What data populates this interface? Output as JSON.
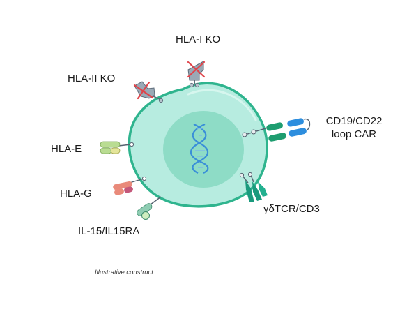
{
  "labels": {
    "hla_i_ko": "HLA-I KO",
    "hla_ii_ko": "HLA-II KO",
    "car_line1": "CD19/CD22",
    "car_line2": "loop CAR",
    "hla_e": "HLA-E",
    "hla_g": "HLA-G",
    "il15": "IL-15/IL15RA",
    "gd_tcr": "γδTCR/CD3"
  },
  "caption": "Illustrative construct",
  "colors": {
    "cell_fill": "#b7ece0",
    "cell_outline": "#2fb48e",
    "nucleus": "#8edcc6",
    "dna": "#3a8fd8",
    "ko_cross": "#e0454b",
    "hla_protein": "#9aa9b6",
    "car_green": "#1e9d70",
    "car_blue": "#2d8ede",
    "hla_e": "#b9dc92",
    "hla_g": "#e98a7a",
    "il15": "#8fcdb3",
    "gd_tcr": "#1a9a7d"
  },
  "icons": [
    "cell",
    "nucleus",
    "dna-helix-icon",
    "hla-i-ko-icon",
    "hla-ii-ko-icon",
    "car-receptor-icon",
    "hla-e-icon",
    "hla-g-icon",
    "il15-icon",
    "gd-tcr-icon"
  ]
}
